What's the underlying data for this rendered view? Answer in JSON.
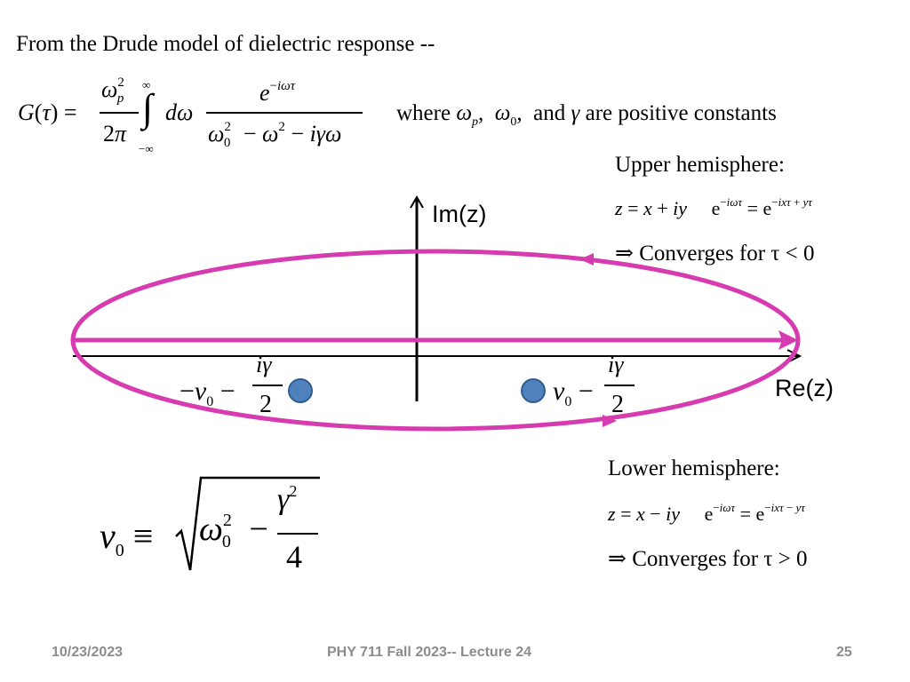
{
  "slide": {
    "title": "From the Drude model of dielectric response --",
    "definition_text": "where ω_p, ω_0, and γ are positive constants",
    "upper": {
      "heading": "Upper hemisphere:",
      "substitution": "z = x + iy",
      "exponent": "e^{-iωτ} = e^{-ixτ + yτ}",
      "conclusion": "⇒ Converges for τ < 0"
    },
    "lower": {
      "heading": "Lower hemisphere:",
      "substitution": "z = x − iy",
      "exponent": "e^{-iωτ} = e^{-ixτ − yτ}",
      "conclusion": "⇒ Converges for τ > 0"
    },
    "axes": {
      "imaginary_label": "Im(z)",
      "real_label": "Re(z)"
    },
    "poles": {
      "left_label": "−ν_0 − iγ/2",
      "right_label": "ν_0 − iγ/2",
      "color": "#4f81bd"
    },
    "contour_color": "#d63cb0",
    "nu_definition": "ν_0 ≡ √(ω_0² − γ²/4)"
  },
  "footer": {
    "date": "10/23/2023",
    "course": "PHY 711  Fall 2023-- Lecture 24",
    "page": "25"
  }
}
